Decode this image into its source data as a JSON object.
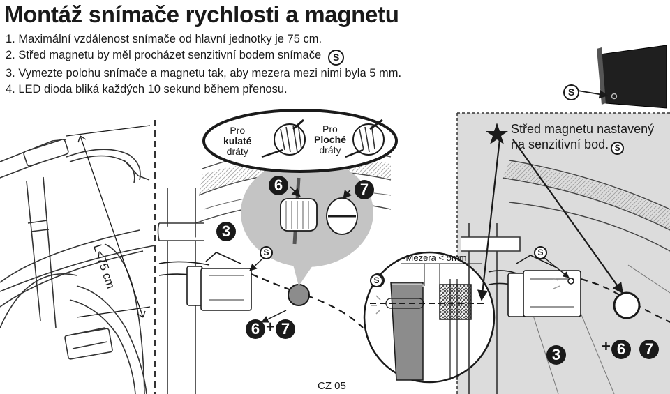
{
  "title": "Montáž snímače rychlosti a magnetu",
  "steps": [
    "1. Maximální vzdálenost snímače od hlavní jednotky je 75 cm.",
    "2. Střed magnetu by měl procházet senzitivní bodem snímače",
    "3. Vymezte polohu snímače a magnetu tak, aby mezera mezi nimi byla 5 mm.",
    "4. LED dioda bliká každých 10 sekund během přenosu."
  ],
  "sensor_marker": "S",
  "distance_label": "L<75 cm",
  "inset": {
    "round": {
      "pro": "Pro",
      "type": "kulaté",
      "wires": "dráty"
    },
    "flat": {
      "pro": "Pro",
      "type": "Ploché",
      "wires": "dráty"
    }
  },
  "callouts": {
    "three": "3",
    "six": "6",
    "seven": "7",
    "plus": "+"
  },
  "gap_label": "•Mezera < 5mm",
  "right_note": {
    "line1": "Střed magnetu nastavený",
    "line2": "na senzitivní bod."
  },
  "footer": "CZ 05",
  "colors": {
    "panel": "#dcdcdc",
    "inset": "#c4c4c4",
    "magnet": "#8c8c8c",
    "ink": "#1a1a1a"
  }
}
